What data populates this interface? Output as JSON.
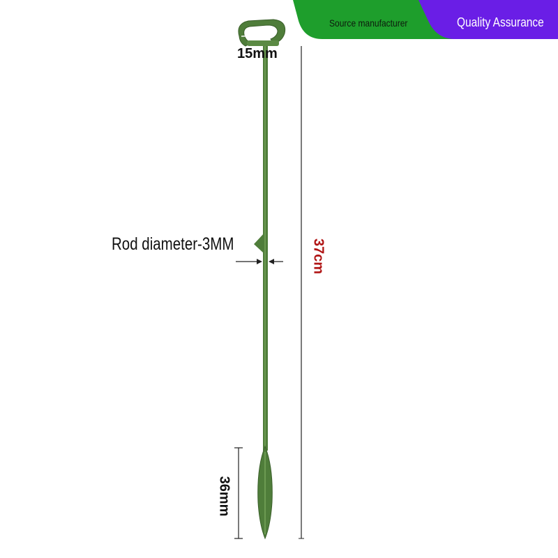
{
  "banner": {
    "left_text": "Source manufacturer",
    "right_text": "Quality Assurance",
    "green_color": "#1e9e2c",
    "purple_color": "#6a1ee6"
  },
  "dimensions": {
    "clip_width": "15mm",
    "rod_diameter": "Rod diameter-3MM",
    "total_length": "37cm",
    "spike_length": "36mm"
  },
  "colors": {
    "stake_green": "#4f7d3a",
    "length_label": "#b01414"
  }
}
